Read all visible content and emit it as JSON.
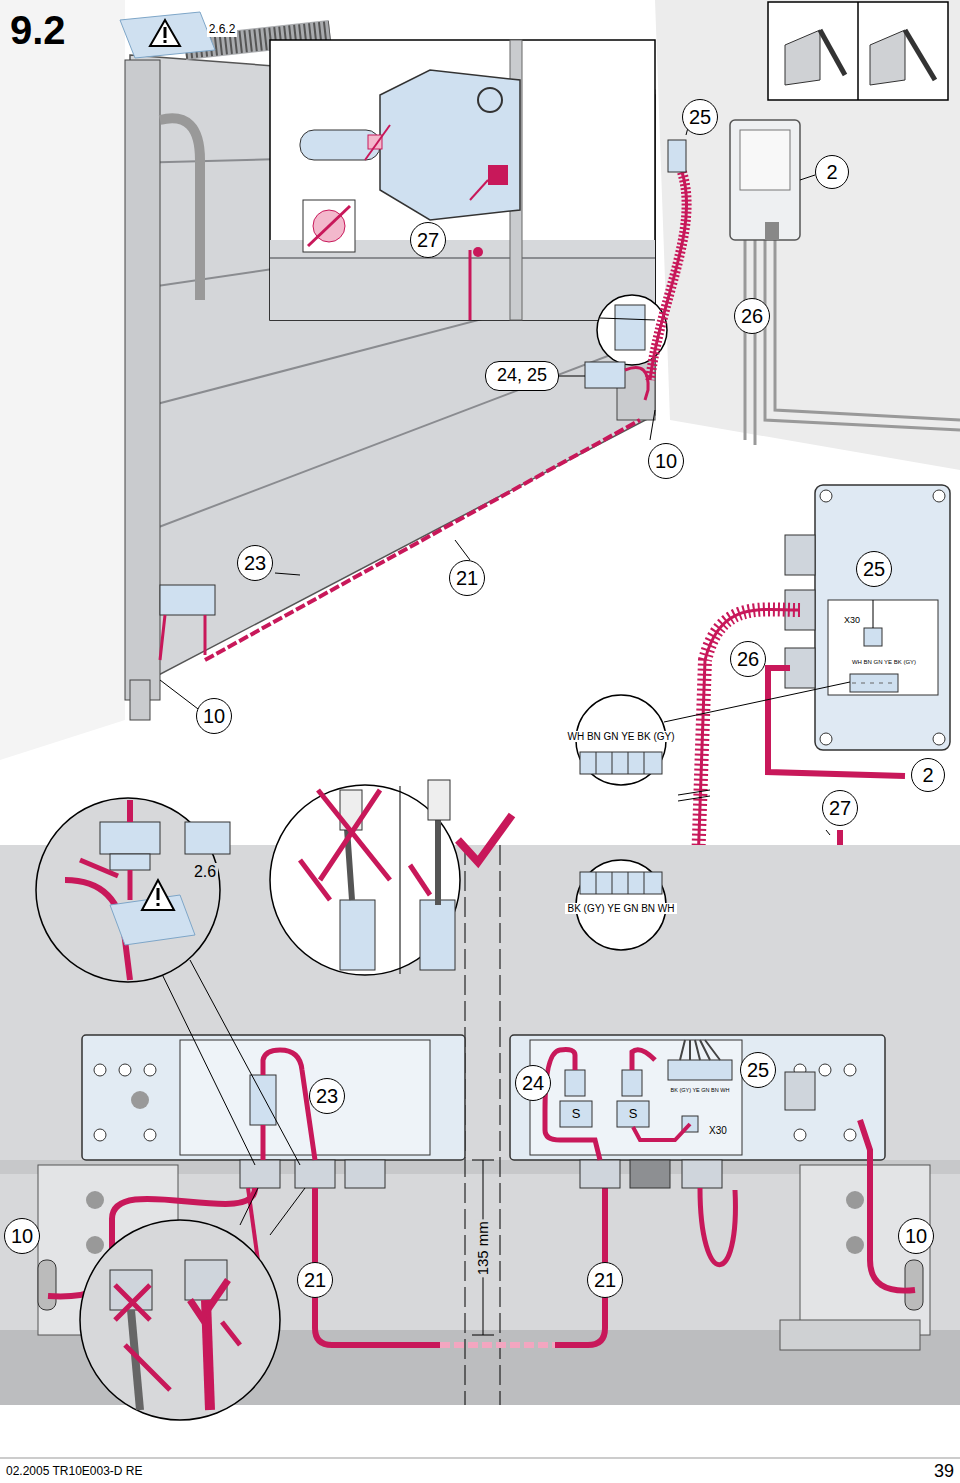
{
  "diagram": {
    "title": "9.2",
    "labels": [
      "2.6.2",
      "25",
      "2",
      "27",
      "26",
      "24, 25",
      "10",
      "23",
      "21",
      "25",
      "X30",
      "WH BN GN YE BK (GY)",
      "26",
      "10",
      "WH BN GN YE BK (GY)",
      "2",
      "27",
      "2.6",
      "BK (GY) YE GN BN WH",
      "24",
      "23",
      "BK (GY) YE GN BN WH",
      "25",
      "S",
      "S",
      "X30",
      "10",
      "10",
      "21",
      "21",
      "135 mm",
      "02.2005 TR10E003-D RE",
      "39"
    ]
  }
}
